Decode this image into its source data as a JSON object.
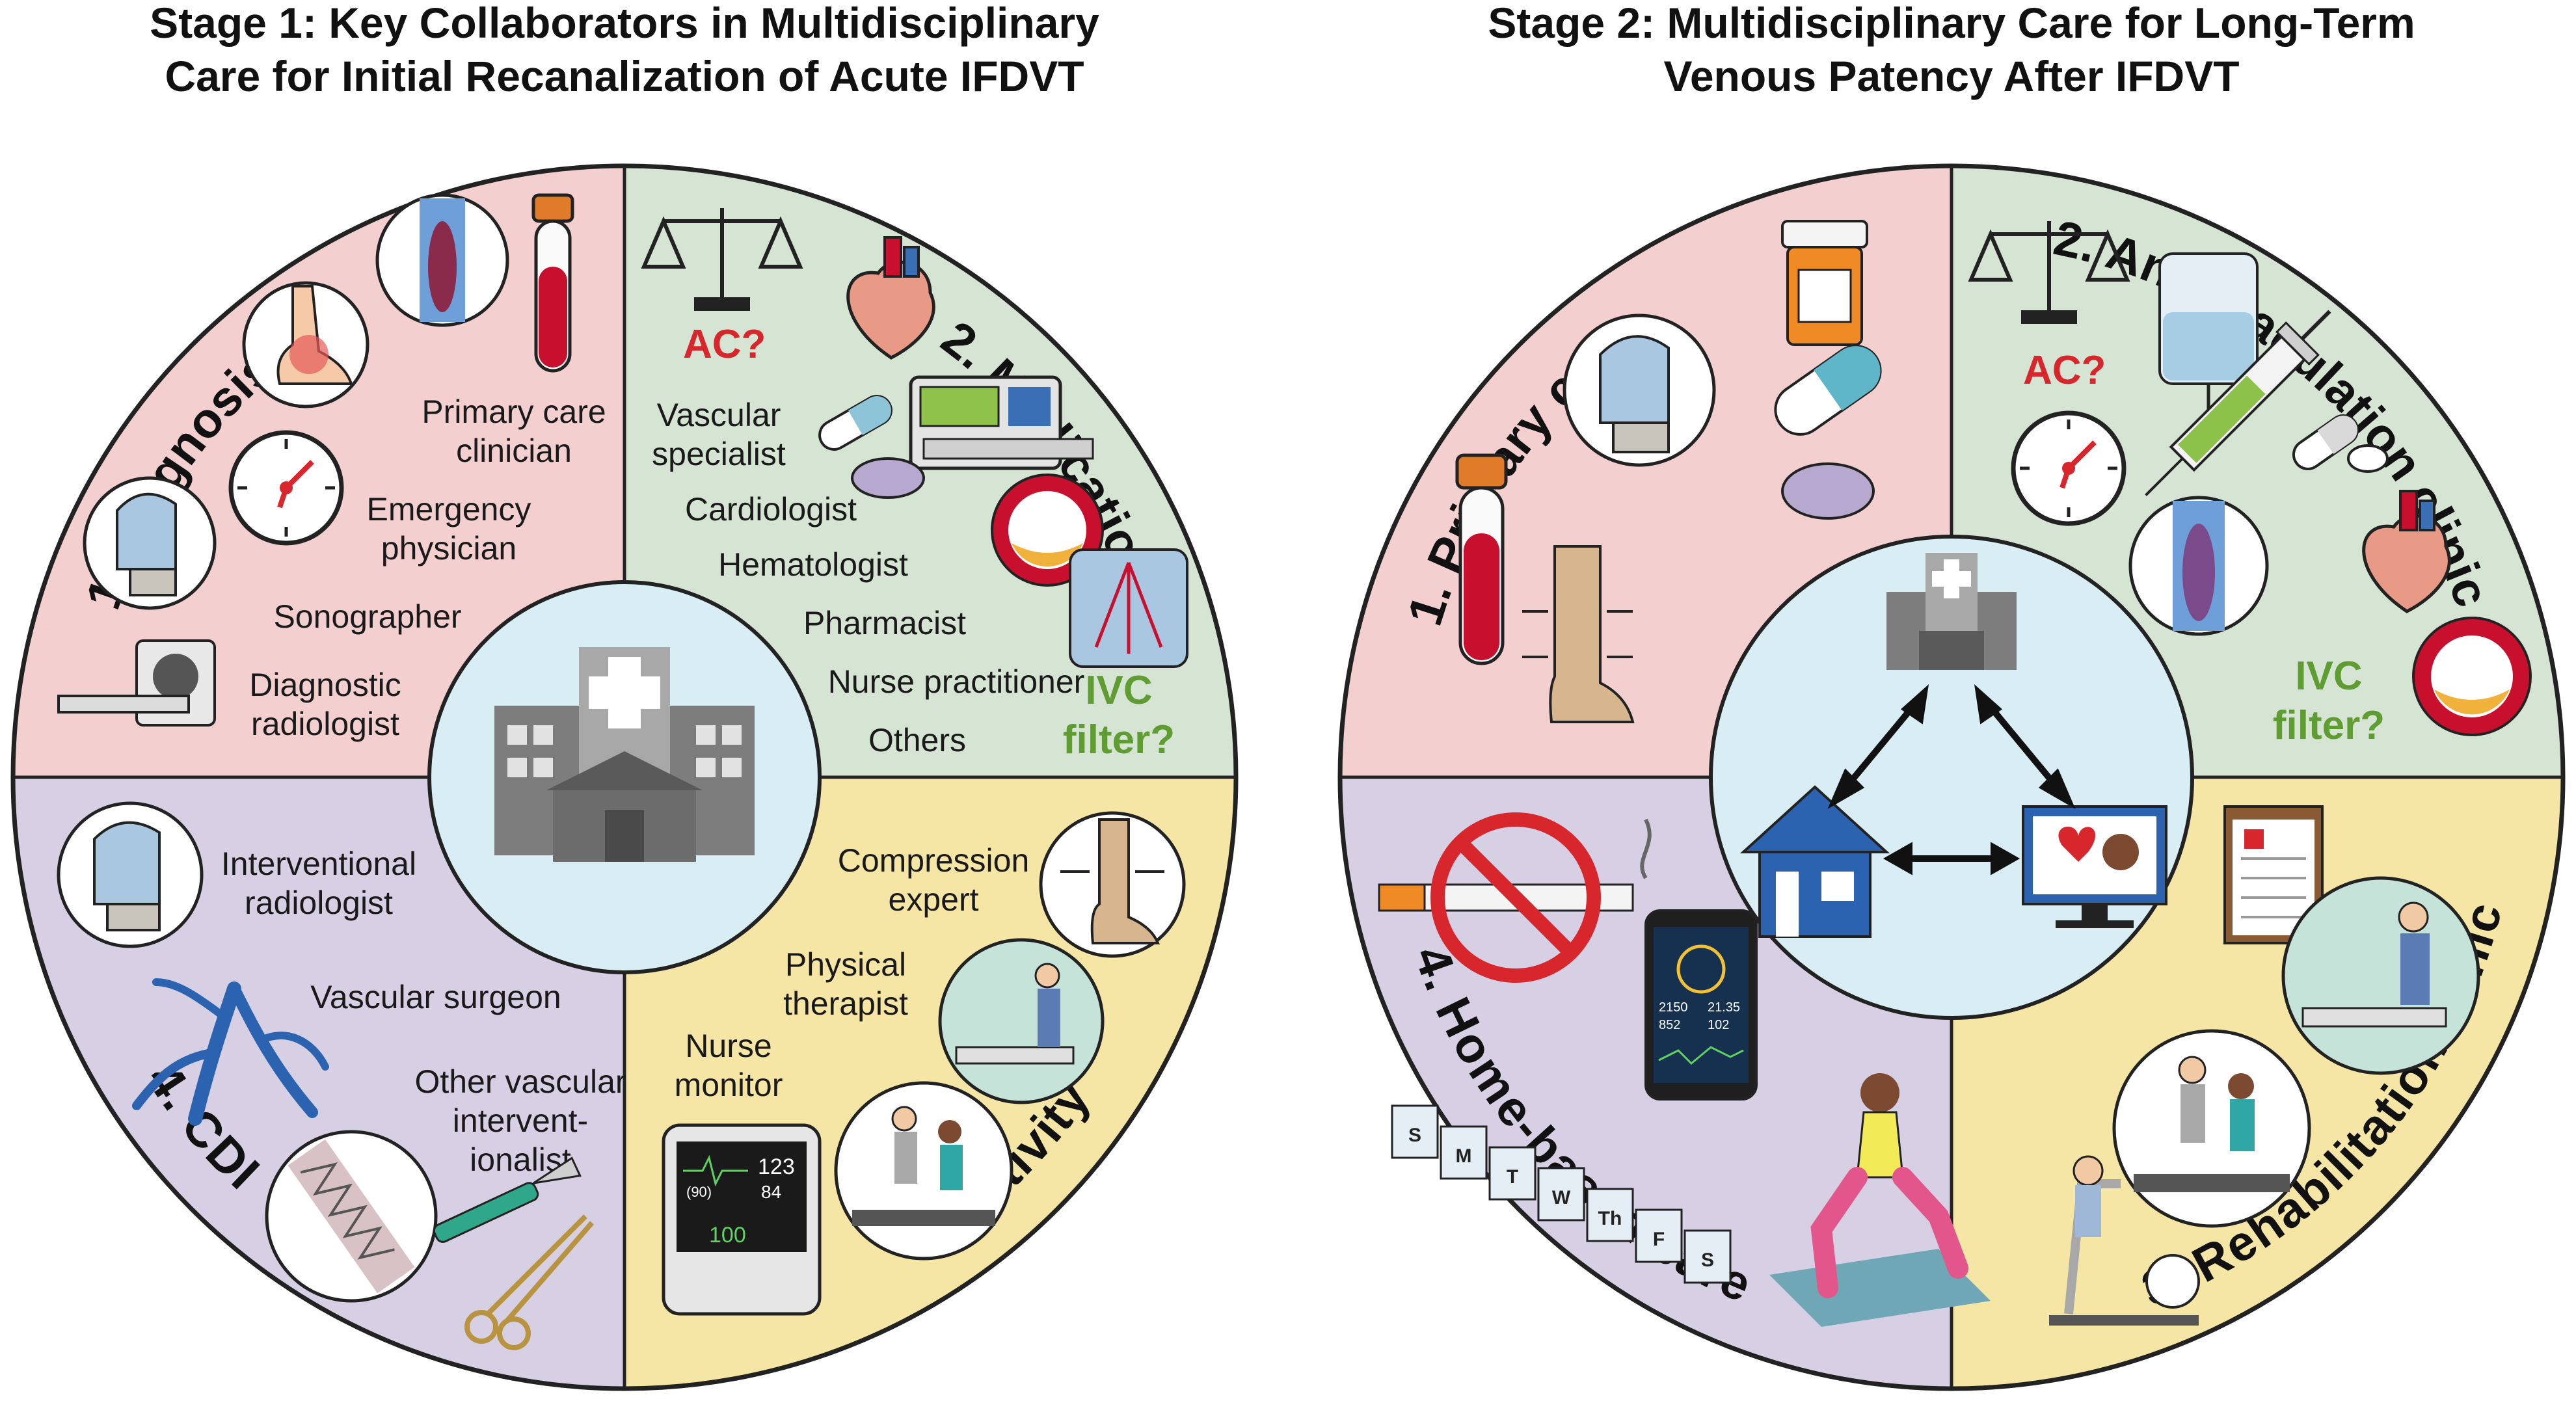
{
  "colors": {
    "pink": "#f3cfd0",
    "green": "#d6e5d3",
    "yellow": "#f6e6a6",
    "purple": "#d7d0e5",
    "center": "#d9eef4",
    "red_text": "#d8262d",
    "green_text": "#5f9c32",
    "vein_blue": "#2c63b0"
  },
  "stage1": {
    "title_line1": "Stage 1: Key Collaborators in Multidisciplinary",
    "title_line2": "Care for Initial Recanalization of Acute IFDVT",
    "q1_label": "1.  Diagnosis",
    "q2_label": "2.  Medication",
    "q3_label": "3.  Activity",
    "q4_label": "4.  CDI",
    "diagnosis_roles": [
      {
        "id": "primary-care-clinician",
        "lines": [
          "Primary care",
          "clinician"
        ]
      },
      {
        "id": "emergency-physician",
        "lines": [
          "Emergency",
          "physician"
        ]
      },
      {
        "id": "sonographer",
        "lines": [
          "Sonographer"
        ]
      },
      {
        "id": "diagnostic-radiologist",
        "lines": [
          "Diagnostic",
          "radiologist"
        ]
      }
    ],
    "medication_roles": [
      {
        "id": "vascular-specialist",
        "lines": [
          "Vascular",
          "specialist"
        ]
      },
      {
        "id": "cardiologist",
        "lines": [
          "Cardiologist"
        ]
      },
      {
        "id": "hematologist",
        "lines": [
          "Hematologist"
        ]
      },
      {
        "id": "pharmacist",
        "lines": [
          "Pharmacist"
        ]
      },
      {
        "id": "nurse-practitioner",
        "lines": [
          "Nurse practitioner"
        ]
      },
      {
        "id": "others",
        "lines": [
          "Others"
        ]
      }
    ],
    "ac_label": "AC?",
    "ivc_line1": "IVC",
    "ivc_line2": "filter?",
    "activity_roles": [
      {
        "id": "compression-expert",
        "lines": [
          "Compression",
          "expert"
        ]
      },
      {
        "id": "physical-therapist",
        "lines": [
          "Physical",
          "therapist"
        ]
      },
      {
        "id": "nurse-monitor",
        "lines": [
          "Nurse",
          "monitor"
        ]
      }
    ],
    "cdi_roles": [
      {
        "id": "interventional-radiologist",
        "lines": [
          "Interventional",
          "radiologist"
        ]
      },
      {
        "id": "vascular-surgeon",
        "lines": [
          "Vascular surgeon"
        ]
      },
      {
        "id": "other-vascular-interventionalist",
        "lines": [
          "Other vascular",
          "intervent-",
          "ionalist"
        ]
      }
    ],
    "monitor_readouts": [
      "123",
      "84",
      "(90)",
      "100"
    ]
  },
  "stage2": {
    "title_line1": "Stage 2: Multidisciplinary Care for Long-Term",
    "title_line2": "Venous Patency After IFDVT",
    "q1_label": "1.  Primary care",
    "q2_label": "2.  Anticoagulation clinic",
    "q3_label": "3.  Rehabilitation clinic",
    "q4_label": "4.  Home-based care",
    "ac_label": "AC?",
    "ivc_line1": "IVC",
    "ivc_line2": "filter?",
    "pillbox_days": [
      "S",
      "M",
      "T",
      "W",
      "Th",
      "F",
      "S"
    ],
    "phone_readouts": [
      "2150",
      "21.35",
      "852",
      "102"
    ]
  },
  "icons": [
    "hospital-icon",
    "ankle-swelling-icon",
    "vein-clot-icon",
    "blood-tube-icon",
    "clock-icon",
    "ultrasound-icon",
    "ct-scanner-icon",
    "scales-icon",
    "heart-icon",
    "infusion-pump-icon",
    "capsule-icon",
    "tablet-icon",
    "vessel-cross-section-icon",
    "ivc-filter-icon",
    "compression-stocking-icon",
    "physical-therapy-icon",
    "treadmill-icon",
    "patient-monitor-icon",
    "vein-tree-icon",
    "stent-icon",
    "scalpel-icon",
    "forceps-icon",
    "pill-bottle-icon",
    "iv-bag-icon",
    "syringe-icon",
    "house-icon",
    "telehealth-icon",
    "no-smoking-icon",
    "smartphone-icon",
    "pill-organizer-icon",
    "exercise-icon",
    "clipboard-icon",
    "stationary-bike-icon"
  ]
}
